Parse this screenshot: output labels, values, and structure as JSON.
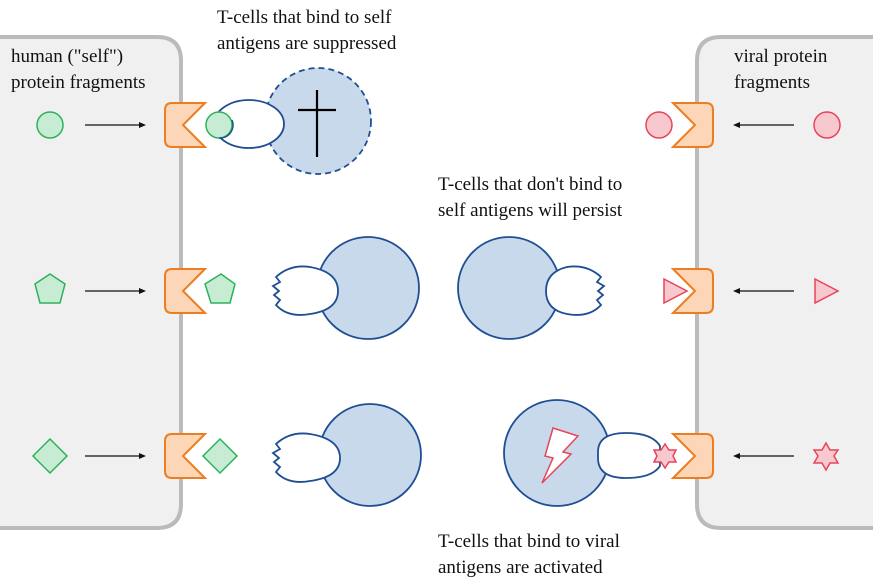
{
  "labels": {
    "self_panel_line1": "human (\"self\")",
    "self_panel_line2": "protein fragments",
    "viral_panel_line1": "viral protein",
    "viral_panel_line2": "fragments",
    "suppressed_line1": "T-cells that bind to self",
    "suppressed_line2": "antigens are suppressed",
    "persist_line1": "T-cells that don't bind to",
    "persist_line2": "self antigens will persist",
    "activated_line1": "T-cells that bind to viral",
    "activated_line2": "antigens are activated"
  },
  "colors": {
    "panel_fill": "#f0f0f0",
    "panel_stroke": "#bbbbbb",
    "self_fill": "#c8ecd3",
    "self_stroke": "#2cb35a",
    "viral_fill": "#f8c8cf",
    "viral_stroke": "#e8445a",
    "mhc_fill": "#fcd6b7",
    "mhc_stroke": "#ee7d22",
    "cell_fill": "#c9d9ec",
    "cell_stroke": "#1f4e93",
    "receptor_fill": "#ffffff"
  },
  "icons": [
    "circle-antigen",
    "pentagon-antigen",
    "diamond-antigen",
    "triangle-antigen",
    "star-antigen",
    "cross-icon",
    "lightning-icon"
  ]
}
